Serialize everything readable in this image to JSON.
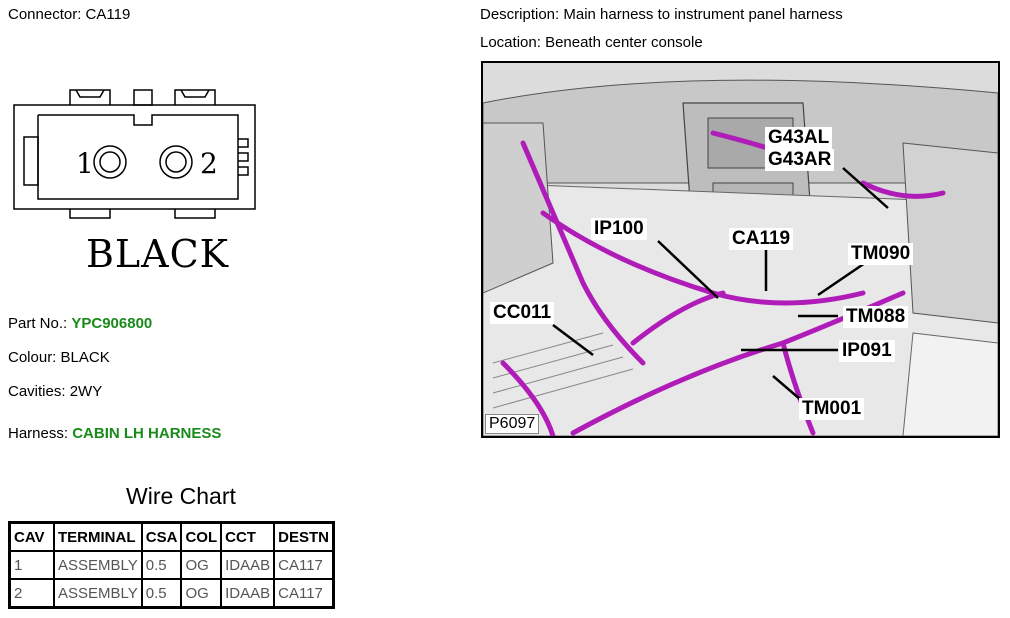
{
  "connector": {
    "label": "Connector:",
    "value": "CA119"
  },
  "diagram": {
    "pin1": "1",
    "pin2": "2",
    "color_name": "BLACK"
  },
  "details": {
    "part_no": {
      "label": "Part No.:",
      "value": "YPC906800"
    },
    "colour": {
      "label": "Colour:",
      "value": "BLACK"
    },
    "cavities": {
      "label": "Cavities:",
      "value": "2WY"
    },
    "harness": {
      "label": "Harness:",
      "value": "CABIN LH HARNESS"
    }
  },
  "description": {
    "label": "Description:",
    "value": "Main harness to instrument panel harness"
  },
  "location": {
    "label": "Location:",
    "value": "Beneath center console"
  },
  "photo": {
    "id": "P6097",
    "callouts": [
      "G43AL",
      "G43AR",
      "IP100",
      "CA119",
      "TM090",
      "CC011",
      "TM088",
      "IP091",
      "TM001"
    ],
    "harness_color": "#b01cb8"
  },
  "wire_chart": {
    "title": "Wire Chart",
    "headers": [
      "CAV",
      "TERMINAL",
      "CSA",
      "COL",
      "CCT",
      "DESTN"
    ],
    "rows": [
      [
        "1",
        "ASSEMBLY",
        "0.5",
        "OG",
        "IDAAB",
        "CA117"
      ],
      [
        "2",
        "ASSEMBLY",
        "0.5",
        "OG",
        "IDAAB",
        "CA117"
      ]
    ]
  }
}
